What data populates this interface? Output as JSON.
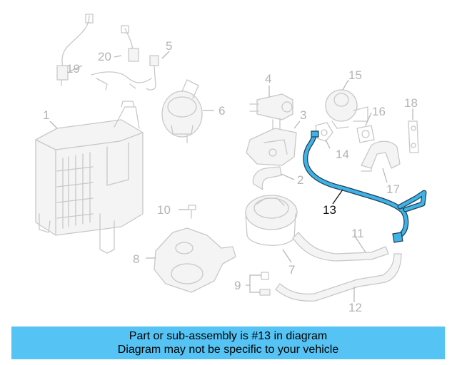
{
  "callouts": {
    "c1": "1",
    "c2": "2",
    "c3": "3",
    "c4": "4",
    "c5": "5",
    "c6": "6",
    "c7": "7",
    "c8": "8",
    "c9": "9",
    "c10": "10",
    "c11": "11",
    "c12": "12",
    "c13": "13",
    "c14": "14",
    "c15": "15",
    "c16": "16",
    "c17": "17",
    "c18": "18",
    "c19": "19",
    "c20": "20"
  },
  "highlighted_part": "13",
  "colors": {
    "highlight": "#3fb3e6",
    "banner_background": "#55c3f3",
    "faded_parts": "#c8c8c8"
  },
  "banner": {
    "line1": "Part or sub-assembly is #13 in diagram",
    "line2": "Diagram may not be specific to your vehicle"
  }
}
